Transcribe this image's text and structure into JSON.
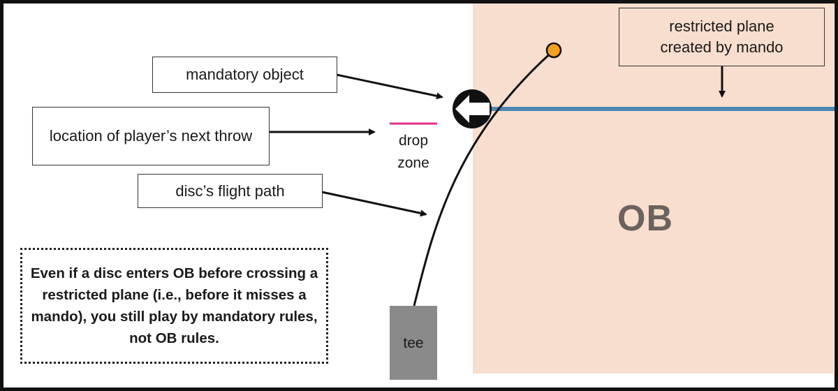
{
  "diagram": {
    "zones": {
      "ob": {
        "label": "OB",
        "color": "#f8dece",
        "text_color": "#6b625d"
      }
    },
    "callouts": {
      "mandatory_object": "mandatory object",
      "next_throw": "location of player’s next throw",
      "flight_path": "disc’s flight path",
      "restricted_plane": "restricted plane created by mando"
    },
    "drop_zone": {
      "label_line1": "drop",
      "label_line2": "zone",
      "marker_color": "#e0308a"
    },
    "restricted_plane_line": {
      "color": "#4a87b5"
    },
    "disc": {
      "color": "#f5a01f"
    },
    "tee": {
      "label": "tee",
      "color": "#8a8a8a"
    },
    "note": "Even if a disc enters OB before crossing a restricted plane (i.e., before it misses a mando), you still play by mandatory rules, not OB rules."
  }
}
